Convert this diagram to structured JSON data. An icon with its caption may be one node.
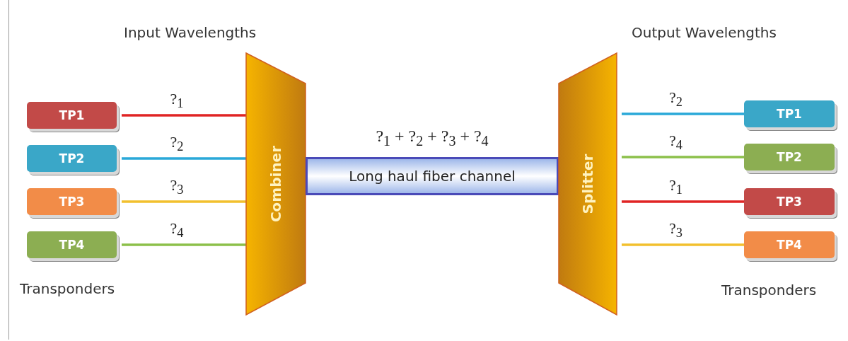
{
  "diagram": {
    "nodes": [
      {
        "text": [
          "TP1"
        ]
      },
      {
        "text": [
          "TP2"
        ]
      },
      {
        "text": [
          "TP3"
        ]
      },
      {
        "text": [
          "TP4"
        ]
      },
      {
        "text": [
          "Combiner"
        ]
      },
      {
        "text": [
          "Long haul fiber channel"
        ],
        "beside": [
          "?$_{1}$ + ?$_{2}$ + ?$_{3}$ + ?$_{4}$"
        ]
      },
      {
        "text": [
          "Splitter"
        ]
      },
      {
        "text": [
          "TP1"
        ]
      },
      {
        "text": [
          "TP2"
        ]
      },
      {
        "text": [
          "TP3"
        ]
      },
      {
        "text": [
          "TP4"
        ]
      }
    ],
    "edges": [
      {
        "from": 0,
        "to": 4,
        "arrow": "none",
        "label": "?$_{1}$",
        "color": "#e02424"
      },
      {
        "from": 1,
        "to": 4,
        "arrow": "none",
        "label": "?$_{2}$",
        "color": "#2aa8d8"
      },
      {
        "from": 2,
        "to": 4,
        "arrow": "none",
        "label": "?$_{3}$",
        "color": "#f2c02e"
      },
      {
        "from": 3,
        "to": 4,
        "arrow": "none",
        "label": "?$_{4}$",
        "color": "#8cc04a"
      },
      {
        "from": 6,
        "to": 7,
        "arrow": "none",
        "label": "?$_{2}$",
        "color": "#2aa8d8"
      },
      {
        "from": 6,
        "to": 8,
        "arrow": "none",
        "label": "?$_{4}$",
        "color": "#8cc04a"
      },
      {
        "from": 6,
        "to": 9,
        "arrow": "none",
        "label": "?$_{1}$",
        "color": "#e02424"
      },
      {
        "from": 6,
        "to": 10,
        "arrow": "none",
        "label": "?$_{3}$",
        "color": "#f2c02e"
      }
    ],
    "labels": [
      "Input Wavelengths",
      "Transponders",
      "Output Wavelengths",
      "Transponders"
    ]
  }
}
